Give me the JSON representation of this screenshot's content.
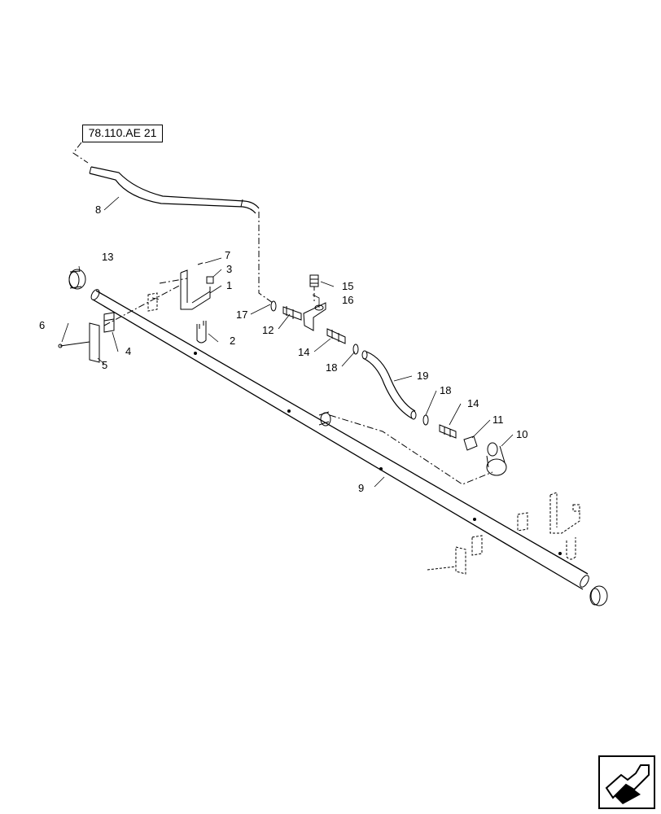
{
  "reference": "78.110.AE 21",
  "callouts": [
    {
      "id": "c1",
      "text": "1"
    },
    {
      "id": "c2",
      "text": "2"
    },
    {
      "id": "c3",
      "text": "3"
    },
    {
      "id": "c4",
      "text": "4"
    },
    {
      "id": "c5",
      "text": "5"
    },
    {
      "id": "c6",
      "text": "6"
    },
    {
      "id": "c7",
      "text": "7"
    },
    {
      "id": "c8",
      "text": "8"
    },
    {
      "id": "c9",
      "text": "9"
    },
    {
      "id": "c10",
      "text": "10"
    },
    {
      "id": "c11",
      "text": "11"
    },
    {
      "id": "c12",
      "text": "12"
    },
    {
      "id": "c13",
      "text": "13"
    },
    {
      "id": "c14a",
      "text": "14"
    },
    {
      "id": "c14b",
      "text": "14"
    },
    {
      "id": "c15",
      "text": "15"
    },
    {
      "id": "c16",
      "text": "16"
    },
    {
      "id": "c17",
      "text": "17"
    },
    {
      "id": "c18a",
      "text": "18"
    },
    {
      "id": "c18b",
      "text": "18"
    },
    {
      "id": "c19",
      "text": "19"
    }
  ],
  "nav_icon": "next-page-arrow-icon"
}
